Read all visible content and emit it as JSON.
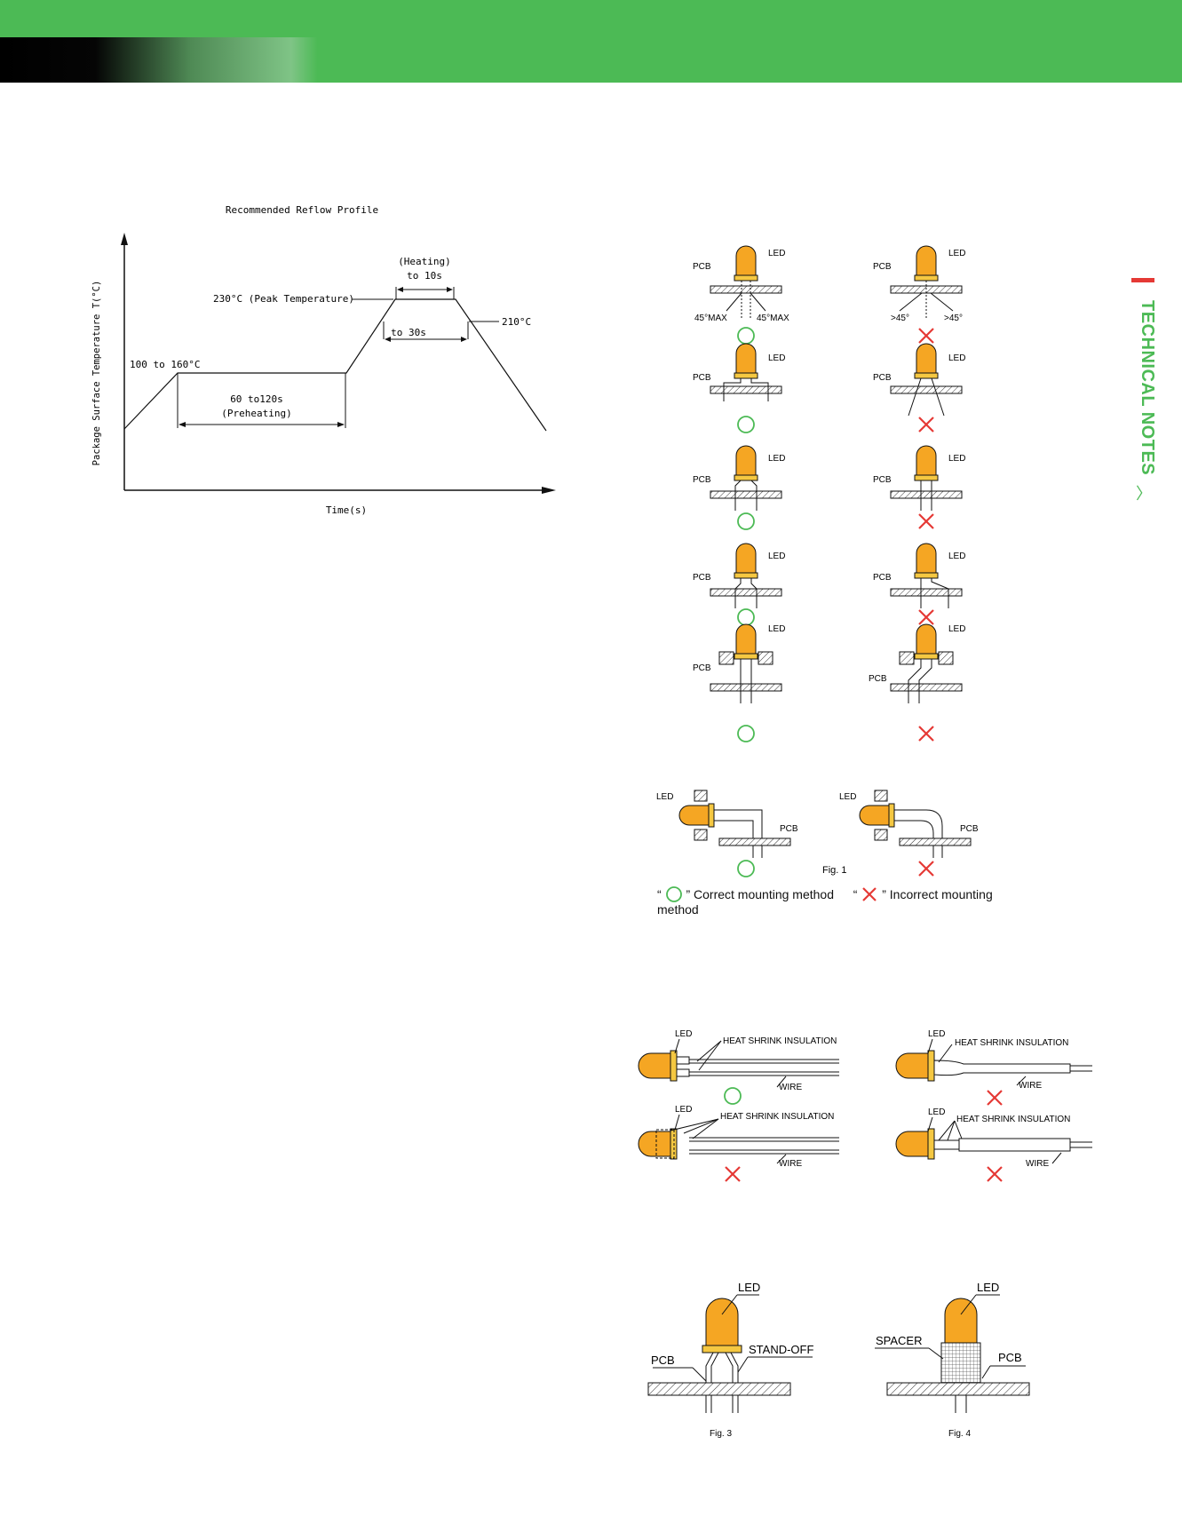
{
  "sidebar": {
    "label": "TECHNICAL NOTES",
    "chevron": "〉"
  },
  "colors": {
    "brand_green": "#4cba55",
    "bad_red": "#e53935",
    "led_amber": "#f5a623"
  },
  "reflow": {
    "title": "Recommended Reflow Profile",
    "ylabel": "Package Surface Temperature T(°C)",
    "xlabel": "Time(s)",
    "heating": "(Heating)",
    "heating_time": "to 10s",
    "peak": "230°C (Peak Temperature)",
    "t210": "210°C",
    "to30": "to 30s",
    "preheat_temp": "100 to 160°C",
    "preheat_time": "60 to120s",
    "preheat_label": "(Preheating)"
  },
  "fig1": {
    "led": "LED",
    "pcb": "PCB",
    "angle_ok": "45°MAX",
    "angle_bad": ">45°",
    "caption": "Fig. 1",
    "legend_correct": "Correct mounting method",
    "legend_incorrect": "Incorrect mounting method",
    "quote_open": "“",
    "quote_close": "”"
  },
  "fig2": {
    "led": "LED",
    "insulation": "HEAT SHRINK INSULATION",
    "wire": "WIRE"
  },
  "fig3": {
    "led": "LED",
    "pcb": "PCB",
    "standoff": "STAND-OFF",
    "caption": "Fig. 3"
  },
  "fig4": {
    "led": "LED",
    "pcb": "PCB",
    "spacer": "SPACER",
    "caption": "Fig. 4"
  }
}
